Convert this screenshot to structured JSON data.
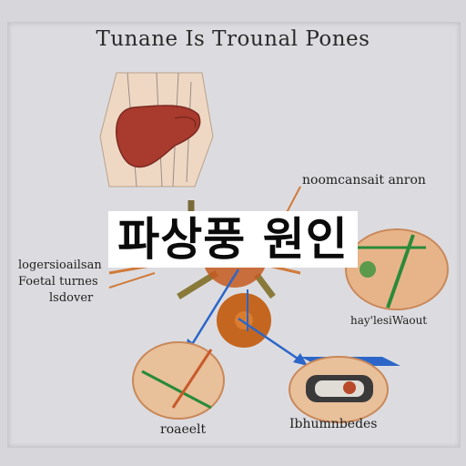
{
  "title": "Tunane Is Trounal Pones",
  "korean_caption": "파상풍 원인",
  "labels": {
    "top_right": "noomcansait anron",
    "left_line1": "logersioailsan",
    "left_line2": "Foetal turnes",
    "left_line3": "lsdover",
    "right_middle": "hay'lesiWaout",
    "bottom_left": "roaeelt",
    "bottom_right": "Ibhumnbedes"
  },
  "colors": {
    "background": "#dcdce0",
    "liver": "#a83a2e",
    "tissue": "#e7b48a",
    "arrow_blue": "#2c66c8",
    "fiber_green": "#2a8a3a",
    "core_orange": "#c45a1f"
  }
}
